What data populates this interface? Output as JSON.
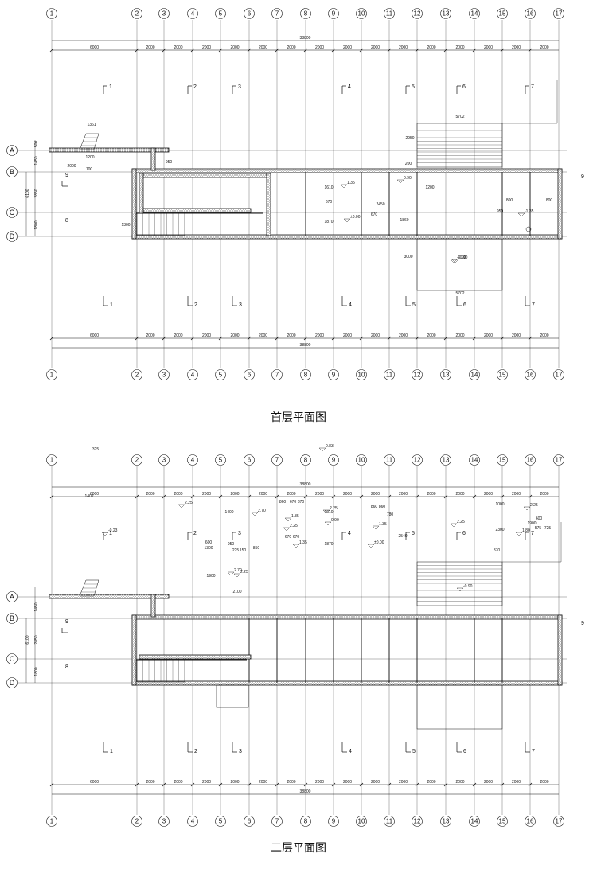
{
  "plans": [
    {
      "title": "首层平面图",
      "axes_top": [
        "1",
        "2",
        "3",
        "4",
        "5",
        "6",
        "7",
        "8",
        "9",
        "10",
        "11",
        "12",
        "13",
        "14",
        "15",
        "16",
        "17"
      ],
      "axes_left": [
        "A",
        "B",
        "C",
        "D"
      ],
      "overall_dim": "38800",
      "bay_dims": [
        "6000",
        "2000",
        "2000",
        "2000",
        "2000",
        "2000",
        "2000",
        "2000",
        "2000",
        "2000",
        "2000",
        "2000",
        "2000",
        "2000",
        "2000",
        "2000"
      ],
      "left_dims": [
        "500",
        "1450",
        "6100",
        "2850",
        "1800"
      ],
      "section_labels": [
        "1",
        "2",
        "3",
        "4",
        "5",
        "6",
        "7"
      ],
      "interior_dims": [
        "1361",
        "1200",
        "2000",
        "100",
        "950",
        "1300",
        "200",
        "1610",
        "670",
        "1870",
        "2450",
        "670",
        "1860",
        "1200",
        "3000",
        "2950",
        "5702",
        "5702",
        "800",
        "800",
        "950"
      ],
      "levels": [
        "1.35",
        "±0.00",
        "0.90",
        "-0.90",
        "-0.90",
        "-1.35"
      ],
      "grid_marks": [
        "8",
        "9"
      ]
    },
    {
      "title": "二层平面图",
      "axes_top": [
        "1",
        "2",
        "3",
        "4",
        "5",
        "6",
        "7",
        "8",
        "9",
        "10",
        "11",
        "12",
        "13",
        "14",
        "15",
        "16",
        "17"
      ],
      "axes_left": [
        "A",
        "B",
        "C",
        "D"
      ],
      "overall_dim": "38800",
      "bay_dims": [
        "6000",
        "2000",
        "2000",
        "2000",
        "2000",
        "2000",
        "2000",
        "2000",
        "2000",
        "2000",
        "2000",
        "2000",
        "2000",
        "2000",
        "2000",
        "2000"
      ],
      "left_dims": [
        "1450",
        "6100",
        "2850",
        "1800"
      ],
      "section_labels": [
        "1",
        "2",
        "3",
        "4",
        "5",
        "6",
        "7"
      ],
      "interior_dims": [
        "325",
        "1402",
        "1400",
        "950",
        "1300",
        "850",
        "600",
        "1900",
        "2100",
        "860",
        "670",
        "870",
        "860",
        "860",
        "780",
        "670",
        "670",
        "1610",
        "1870",
        "2540",
        "1000",
        "2300",
        "870",
        "1900",
        "600",
        "575",
        "725",
        "225",
        "150"
      ],
      "levels": [
        "0.83",
        "-0.23",
        "2.25",
        "2.70",
        "2.25",
        "1.35",
        "2.25",
        "2.25",
        "0.90",
        "1.35",
        "1.35",
        "±0.00",
        "2.25",
        "1.80",
        "2.70",
        "-0.90",
        "2.25"
      ],
      "grid_marks": [
        "8",
        "9"
      ]
    }
  ]
}
